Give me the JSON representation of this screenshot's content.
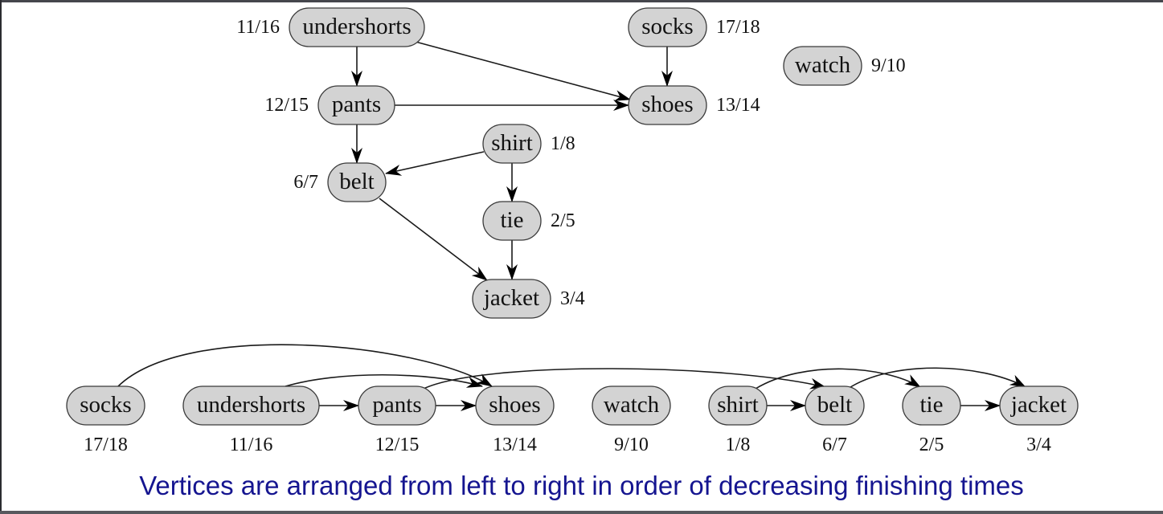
{
  "title": "Topological sort of clothing DAG (DFS discovery/finishing times)",
  "caption": "Vertices are arranged from left to right in order of decreasing finishing times",
  "colors": {
    "node_fill": "#d3d3d3",
    "node_stroke": "#3a3a3a",
    "caption": "#151590",
    "edge": "#1a1a1a"
  },
  "nodes": [
    {
      "id": "undershorts",
      "label": "undershorts",
      "times": "11/16"
    },
    {
      "id": "socks",
      "label": "socks",
      "times": "17/18"
    },
    {
      "id": "watch",
      "label": "watch",
      "times": "9/10"
    },
    {
      "id": "pants",
      "label": "pants",
      "times": "12/15"
    },
    {
      "id": "shoes",
      "label": "shoes",
      "times": "13/14"
    },
    {
      "id": "shirt",
      "label": "shirt",
      "times": "1/8"
    },
    {
      "id": "belt",
      "label": "belt",
      "times": "6/7"
    },
    {
      "id": "tie",
      "label": "tie",
      "times": "2/5"
    },
    {
      "id": "jacket",
      "label": "jacket",
      "times": "3/4"
    }
  ],
  "edges": [
    {
      "from": "undershorts",
      "to": "pants"
    },
    {
      "from": "undershorts",
      "to": "shoes"
    },
    {
      "from": "socks",
      "to": "shoes"
    },
    {
      "from": "pants",
      "to": "shoes"
    },
    {
      "from": "pants",
      "to": "belt"
    },
    {
      "from": "shirt",
      "to": "belt"
    },
    {
      "from": "shirt",
      "to": "tie"
    },
    {
      "from": "belt",
      "to": "jacket"
    },
    {
      "from": "tie",
      "to": "jacket"
    }
  ],
  "sorted_order": [
    "socks",
    "undershorts",
    "pants",
    "shoes",
    "watch",
    "shirt",
    "belt",
    "tie",
    "jacket"
  ]
}
